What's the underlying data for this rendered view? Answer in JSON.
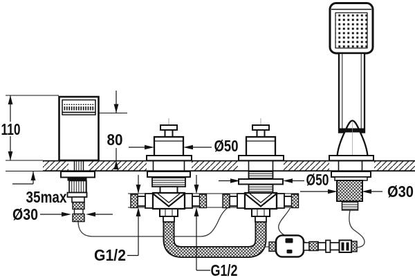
{
  "figure": {
    "type": "technical-installation-diagram",
    "subject": "4-hole deck-mounted bath mixer with hand shower",
    "background": "#ffffff",
    "line_color": "#111111",
    "labels": {
      "spout_height_110": "110",
      "spout_outlet_height_80": "80",
      "deck_thickness_35max": "35max",
      "spout_hole_dia_30": "Ø30",
      "valve_dia_50_top": "Ø50",
      "valve_dia_50_bottom": "Ø50",
      "shower_hole_dia_30": "Ø30",
      "thread_g12_a": "G1/2",
      "thread_g12_b": "G1/2"
    }
  }
}
